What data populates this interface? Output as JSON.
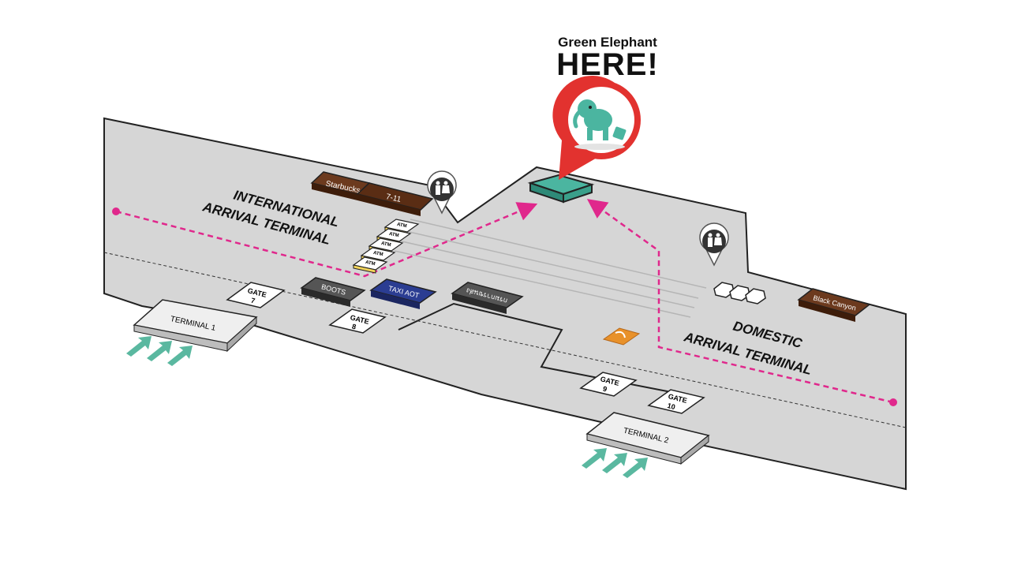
{
  "header": {
    "business": "Green Elephant",
    "callout": "HERE!"
  },
  "terminals": {
    "international": [
      "INTERNATIONAL",
      "ARRIVAL TERMINAL"
    ],
    "domestic": [
      "DOMESTIC",
      "ARRIVAL TERMINAL"
    ],
    "terminal_1": "TERMINAL 1",
    "terminal_2": "TERMINAL 2"
  },
  "gates": {
    "gate_7": [
      "GATE",
      "7"
    ],
    "gate_8": [
      "GATE",
      "8"
    ],
    "gate_9": [
      "GATE",
      "9"
    ],
    "gate_10": [
      "GATE",
      "10"
    ]
  },
  "shops": {
    "starbucks": "Starbucks",
    "seven_eleven": "7-11",
    "boots": "BOOTS",
    "taxi": "TAXI AOT",
    "thai_counter": "กรมการขนส่ง",
    "black_canyon": "Black Canyon"
  },
  "atm_label": "ATM",
  "icons": {
    "restroom": "restroom-pin-icon",
    "elephant": "green-elephant-logo",
    "sim": "sim-card-icon",
    "arrows": "entrance-arrow-icon"
  },
  "colors": {
    "floor": "#d6d6d6",
    "route": "#e0288c",
    "pin": "#e2322f",
    "elephant": "#4bb5a0",
    "shop_brown": "#5a2d14",
    "taxi_blue": "#2b3d92",
    "arrow_green": "#5ab8a0",
    "sim_orange": "#e8912a"
  }
}
